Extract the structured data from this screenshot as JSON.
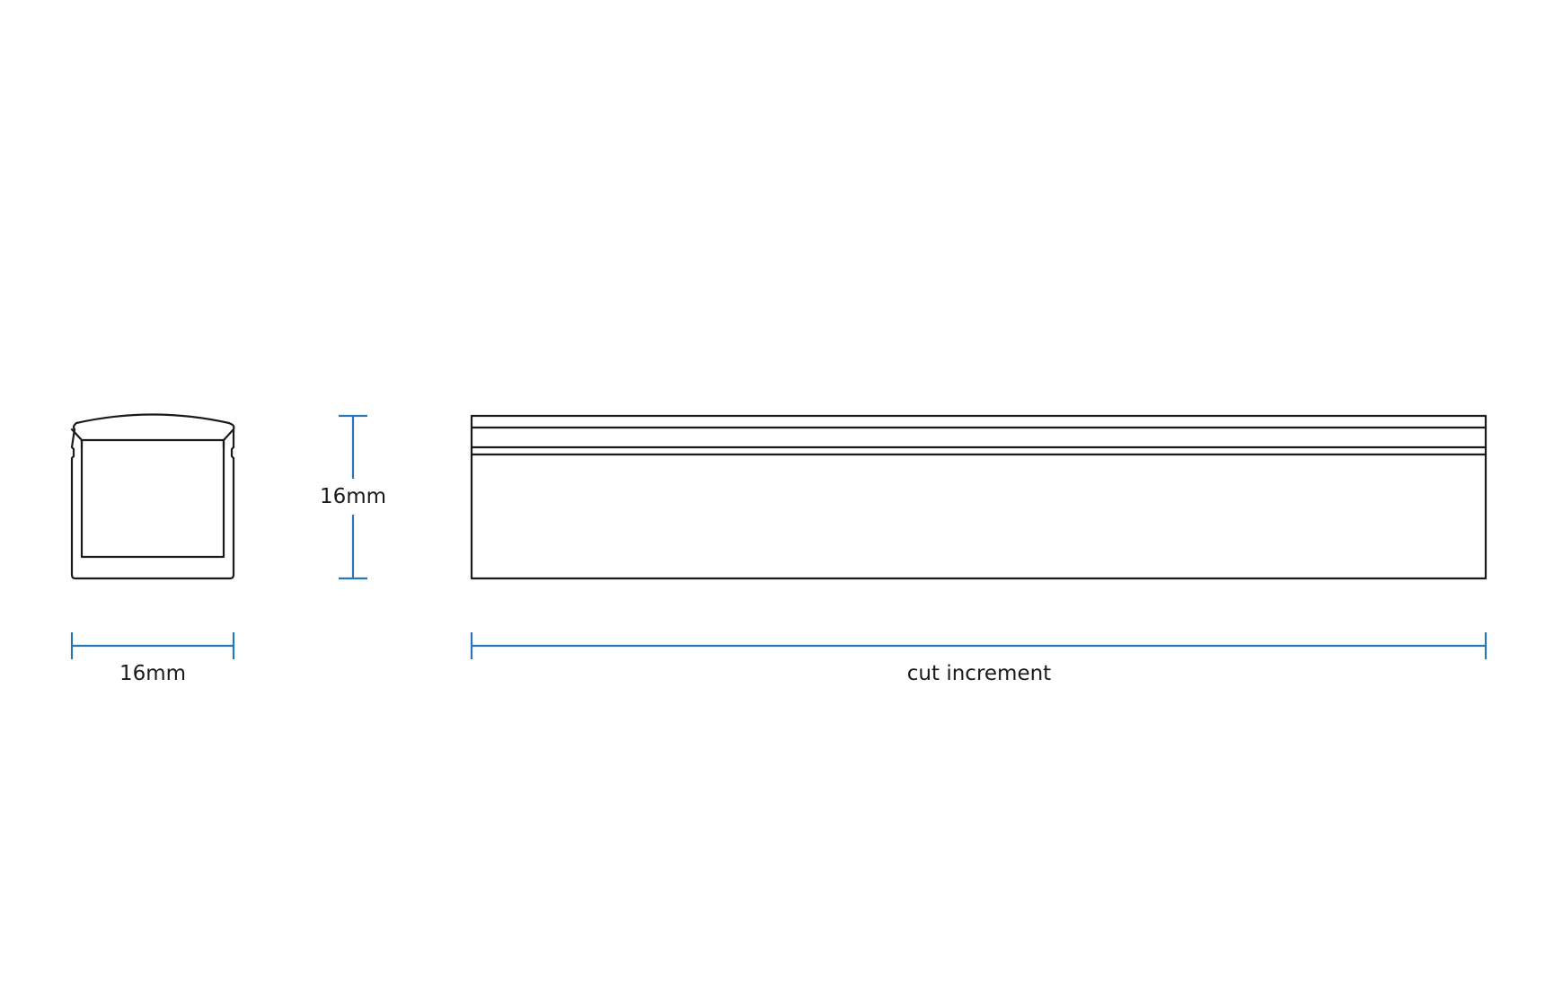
{
  "labels": {
    "profile_width": "16mm",
    "profile_height": "16mm",
    "length": "cut increment"
  },
  "colors": {
    "outline": "#1a1a1a",
    "dimension": "#2a74b8",
    "background": "#ffffff"
  }
}
